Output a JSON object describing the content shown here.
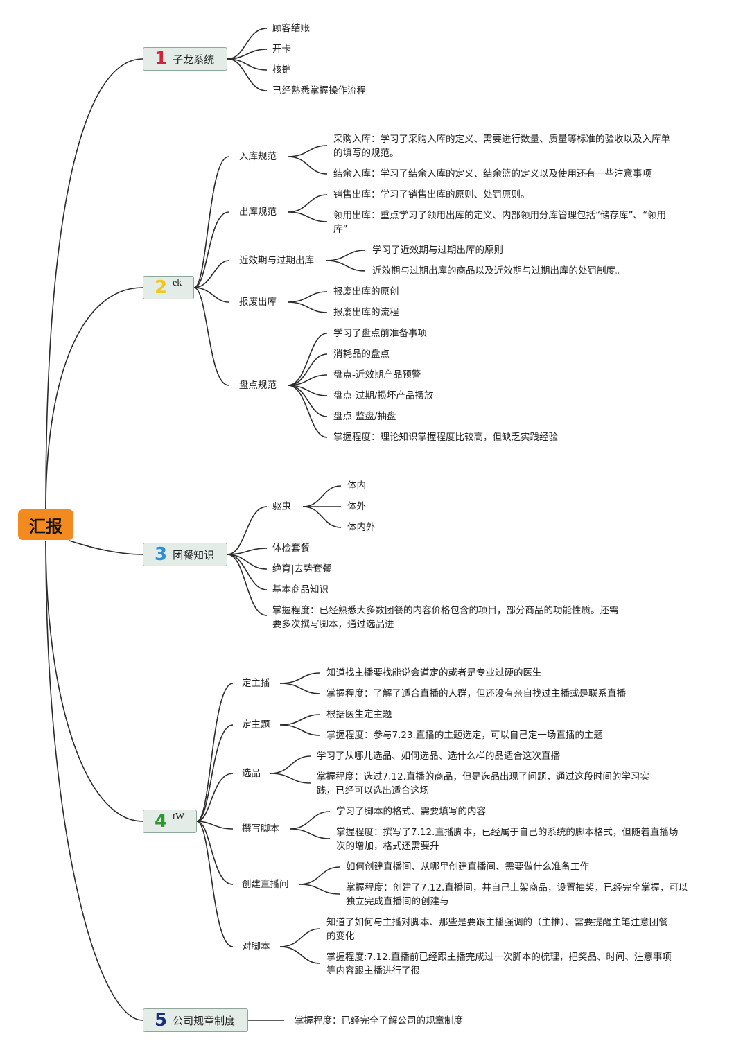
{
  "root": "汇报",
  "accent_colors": {
    "root": "#f28a20",
    "n1": "#d81e3a",
    "n2": "#f2c81e",
    "n3": "#2d8fd8",
    "n4": "#2a9a2a",
    "n5": "#1a2f7a"
  },
  "b1": {
    "num": "1",
    "label": "子龙系统",
    "items": [
      "顾客结账",
      "开卡",
      "核销",
      "已经熟悉掌握操作流程"
    ]
  },
  "b2": {
    "num": "2",
    "label": "ek",
    "s1": {
      "label": "入库规范",
      "items": [
        "采购入库：学习了采购入库的定义、需要进行数量、质量等标准的验收以及入库单的填写的规范。",
        "结余入库：学习了结余入库的定义、结余篮的定义以及使用还有一些注意事项"
      ]
    },
    "s2": {
      "label": "出库规范",
      "items": [
        "销售出库：学习了销售出库的原则、处罚原则。",
        "领用出库：重点学习了领用出库的定义、内部领用分库管理包括“储存库”、“领用库”"
      ]
    },
    "s3": {
      "label": "近效期与过期出库",
      "items": [
        "学习了近效期与过期出库的原则",
        "近效期与过期出库的商品以及近效期与过期出库的处罚制度。"
      ]
    },
    "s4": {
      "label": "报废出库",
      "items": [
        "报废出库的原创",
        "报废出库的流程"
      ]
    },
    "s5": {
      "label": "盘点规范",
      "items": [
        "学习了盘点前准备事项",
        "消耗品的盘点",
        "盘点-近效期产品预警",
        "盘点-过期/损坏产品摆放",
        "盘点-监盘/抽盘",
        "掌握程度：理论知识掌握程度比较高，但缺乏实践经验"
      ]
    }
  },
  "b3": {
    "num": "3",
    "label": "团餐知识",
    "s1": {
      "label": "驱虫",
      "items": [
        "体内",
        "体外",
        "体内外"
      ]
    },
    "items": [
      "体检套餐",
      "绝育|去势套餐",
      "基本商品知识",
      "掌握程度：已经熟悉大多数团餐的内容价格包含的项目，部分商品的功能性质。还需要多次撰写脚本，通过选品进"
    ]
  },
  "b4": {
    "num": "4",
    "label": "tW",
    "s1": {
      "label": "定主播",
      "items": [
        "知道找主播要找能说会道定的或者是专业过硬的医生",
        "掌握程度：了解了适合直播的人群，但还没有亲自找过主播或是联系直播"
      ]
    },
    "s2": {
      "label": "定主题",
      "items": [
        "根据医生定主题",
        "掌握程度：参与7.23.直播的主题选定，可以自己定一场直播的主题"
      ]
    },
    "s3": {
      "label": "选品",
      "items": [
        "学习了从哪儿选品、如何选品、选什么样的品适合这次直播",
        "掌握程度：选过7.12.直播的商品，但是选品出现了问题，通过这段时间的学习实践，已经可以选出适合这场"
      ]
    },
    "s4": {
      "label": "撰写脚本",
      "items": [
        "学习了脚本的格式、需要填写的内容",
        "掌握程度：撰写了7.12.直播脚本，已经属于自己的系统的脚本格式，但随着直播场次的增加，格式还需要升"
      ]
    },
    "s5": {
      "label": "创建直播间",
      "items": [
        "如何创建直播间、从哪里创建直播间、需要做什么准备工作",
        "掌握程度：创建了7.12.直播间，并自己上架商品，设置抽奖，已经完全掌握，可以独立完成直播间的创建与"
      ]
    },
    "s6": {
      "label": "对脚本",
      "items": [
        "知道了如何与主播对脚本、那些是要跟主播强调的（主推）、需要提醒主笔注意团餐的变化",
        "掌握程度:7.12.直播前已经跟主播完成过一次脚本的梳理，把奖品、时间、注意事项等内容跟主播进行了很"
      ]
    }
  },
  "b5": {
    "num": "5",
    "label": "公司规章制度",
    "items": [
      "掌握程度：已经完全了解公司的规章制度"
    ]
  }
}
